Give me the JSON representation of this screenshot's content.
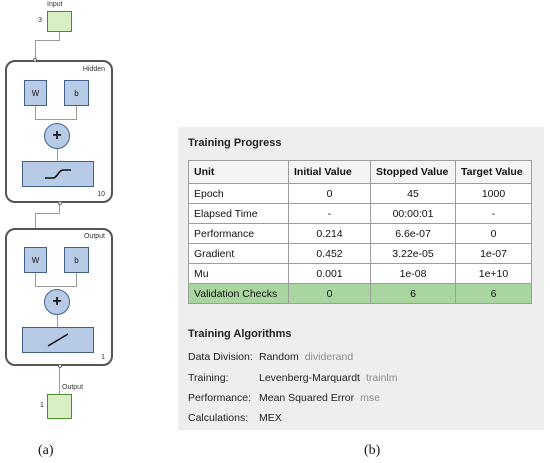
{
  "network": {
    "input_label": "Input",
    "input_size": "3",
    "hidden": {
      "title": "Hidden",
      "w_label": "W",
      "b_label": "b",
      "sum_symbol": "+",
      "size": "10"
    },
    "output_layer": {
      "title": "Output",
      "w_label": "W",
      "b_label": "b",
      "sum_symbol": "+",
      "size": "1"
    },
    "output_label": "Output",
    "output_size": "1",
    "icons": {
      "hidden_transfer": "sigmoid-transfer-icon",
      "output_transfer": "linear-transfer-icon"
    }
  },
  "training_progress": {
    "title": "Training Progress",
    "columns": [
      "Unit",
      "Initial Value",
      "Stopped Value",
      "Target Value"
    ],
    "rows": [
      [
        "Epoch",
        "0",
        "45",
        "1000"
      ],
      [
        "Elapsed Time",
        "-",
        "00:00:01",
        "-"
      ],
      [
        "Performance",
        "0.214",
        "6.6e-07",
        "0"
      ],
      [
        "Gradient",
        "0.452",
        "3.22e-05",
        "1e-07"
      ],
      [
        "Mu",
        "0.001",
        "1e-08",
        "1e+10"
      ],
      [
        "Validation Checks",
        "0",
        "6",
        "6"
      ]
    ],
    "highlight_color": "#a9d5a0"
  },
  "training_algorithms": {
    "title": "Training Algorithms",
    "items": [
      {
        "key": "Data Division:",
        "value": "Random",
        "fn": "dividerand"
      },
      {
        "key": "Training:",
        "value": "Levenberg-Marquardt",
        "fn": "trainlm"
      },
      {
        "key": "Performance:",
        "value": "Mean Squared Error",
        "fn": "mse"
      },
      {
        "key": "Calculations:",
        "value": "MEX",
        "fn": ""
      }
    ]
  },
  "captions": {
    "a": "(a)",
    "b": "(b)"
  }
}
